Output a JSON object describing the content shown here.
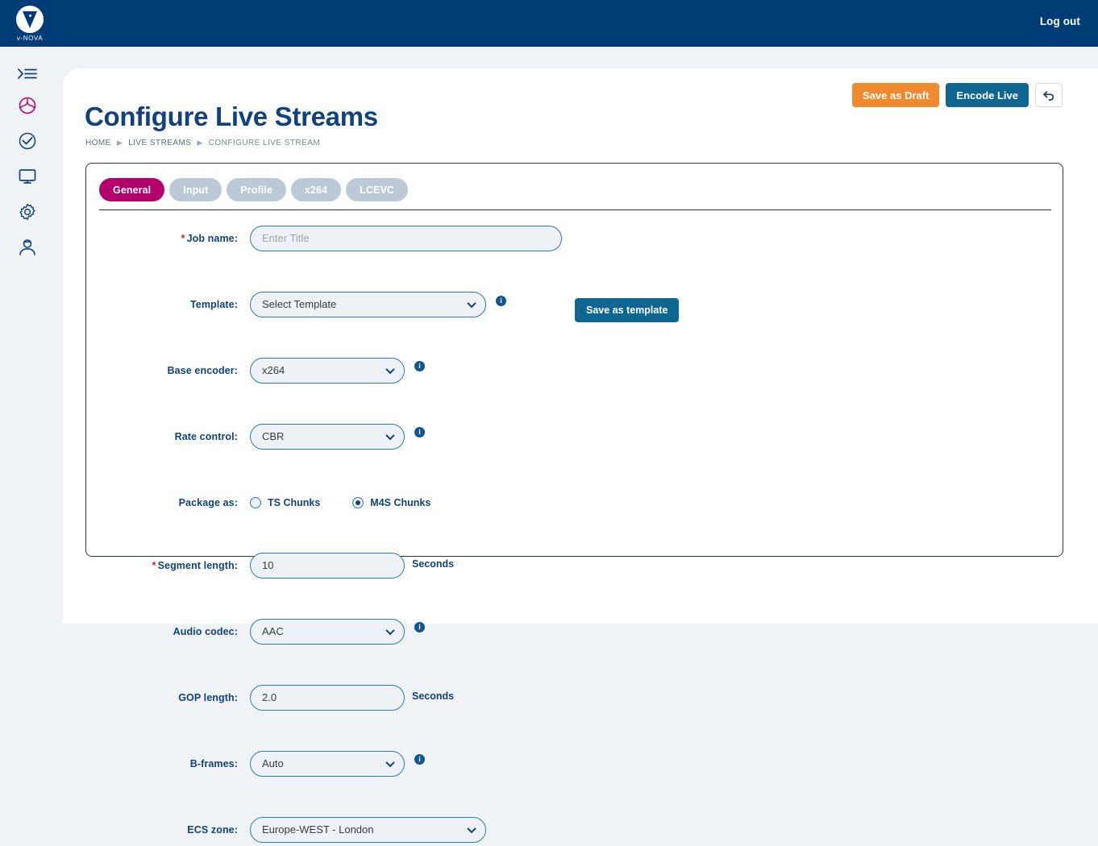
{
  "topbar": {
    "brand": "v-NOVA",
    "logout_label": "Log out"
  },
  "sidebar": {
    "items": [
      {
        "name": "menu-toggle",
        "icon": "menu-expand-icon"
      },
      {
        "name": "analytics",
        "icon": "globe-icon"
      },
      {
        "name": "checks",
        "icon": "check-circle-icon"
      },
      {
        "name": "monitor",
        "icon": "monitor-icon"
      },
      {
        "name": "settings",
        "icon": "gear-icon"
      },
      {
        "name": "account",
        "icon": "user-icon"
      }
    ]
  },
  "page": {
    "title": "Configure Live Streams",
    "breadcrumb": [
      "HOME",
      "LIVE STREAMS",
      "CONFIGURE LIVE STREAM"
    ]
  },
  "actions": {
    "save_draft": "Save as Draft",
    "encode_live": "Encode Live",
    "back_icon": "undo-arrow-icon"
  },
  "tabs": [
    {
      "label": "General",
      "active": true
    },
    {
      "label": "Input",
      "active": false
    },
    {
      "label": "Profile",
      "active": false
    },
    {
      "label": "x264",
      "active": false
    },
    {
      "label": "LCEVC",
      "active": false
    }
  ],
  "form": {
    "job_name": {
      "label": "Job name:",
      "required": true,
      "placeholder": "Enter Title",
      "value": ""
    },
    "template": {
      "label": "Template:",
      "required": false,
      "value": "Select Template"
    },
    "base_encoder": {
      "label": "Base encoder:",
      "required": false,
      "value": "x264"
    },
    "rate_control": {
      "label": "Rate control:",
      "required": false,
      "value": "CBR"
    },
    "package_as": {
      "label": "Package as:",
      "options": [
        {
          "label": "TS Chunks",
          "selected": false
        },
        {
          "label": "M4S Chunks",
          "selected": true
        }
      ]
    },
    "segment_length": {
      "label": "Segment length:",
      "required": true,
      "value": "10",
      "suffix": "Seconds"
    },
    "audio_codec": {
      "label": "Audio codec:",
      "required": false,
      "value": "AAC"
    },
    "gop_length": {
      "label": "GOP length:",
      "required": false,
      "value": "2.0",
      "suffix": "Seconds"
    },
    "b_frames": {
      "label": "B-frames:",
      "required": false,
      "value": "Auto"
    },
    "ecs_zone": {
      "label": "ECS zone:",
      "required": false,
      "value": "Europe-WEST - London"
    },
    "save_template_label": "Save as template",
    "info_icon_char": "i"
  },
  "colors": {
    "navy_header": "#003d76",
    "page_bg": "#f0f3f6",
    "title_blue": "#12427c",
    "tab_active_magenta": "#b4006d",
    "tab_inactive": "#bcc9d6",
    "orange": "#f08a2e",
    "teal_button": "#0f6691",
    "field_border": "#2b7ba3",
    "field_fill": "#eef2f6",
    "required_red": "#e02020"
  }
}
